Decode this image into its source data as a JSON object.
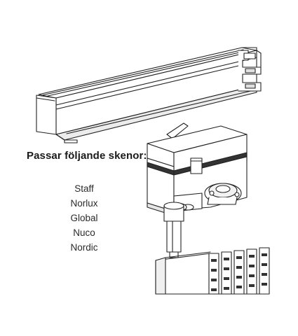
{
  "info": {
    "heading": "Passar följande skenor:",
    "compatible_tracks": [
      "Staff",
      "Norlux",
      "Global",
      "Nuco",
      "Nordic"
    ]
  },
  "colors": {
    "background": "#ffffff",
    "line": "#222222",
    "shade": "#e6e6e6",
    "text": "#1a1a1a"
  }
}
